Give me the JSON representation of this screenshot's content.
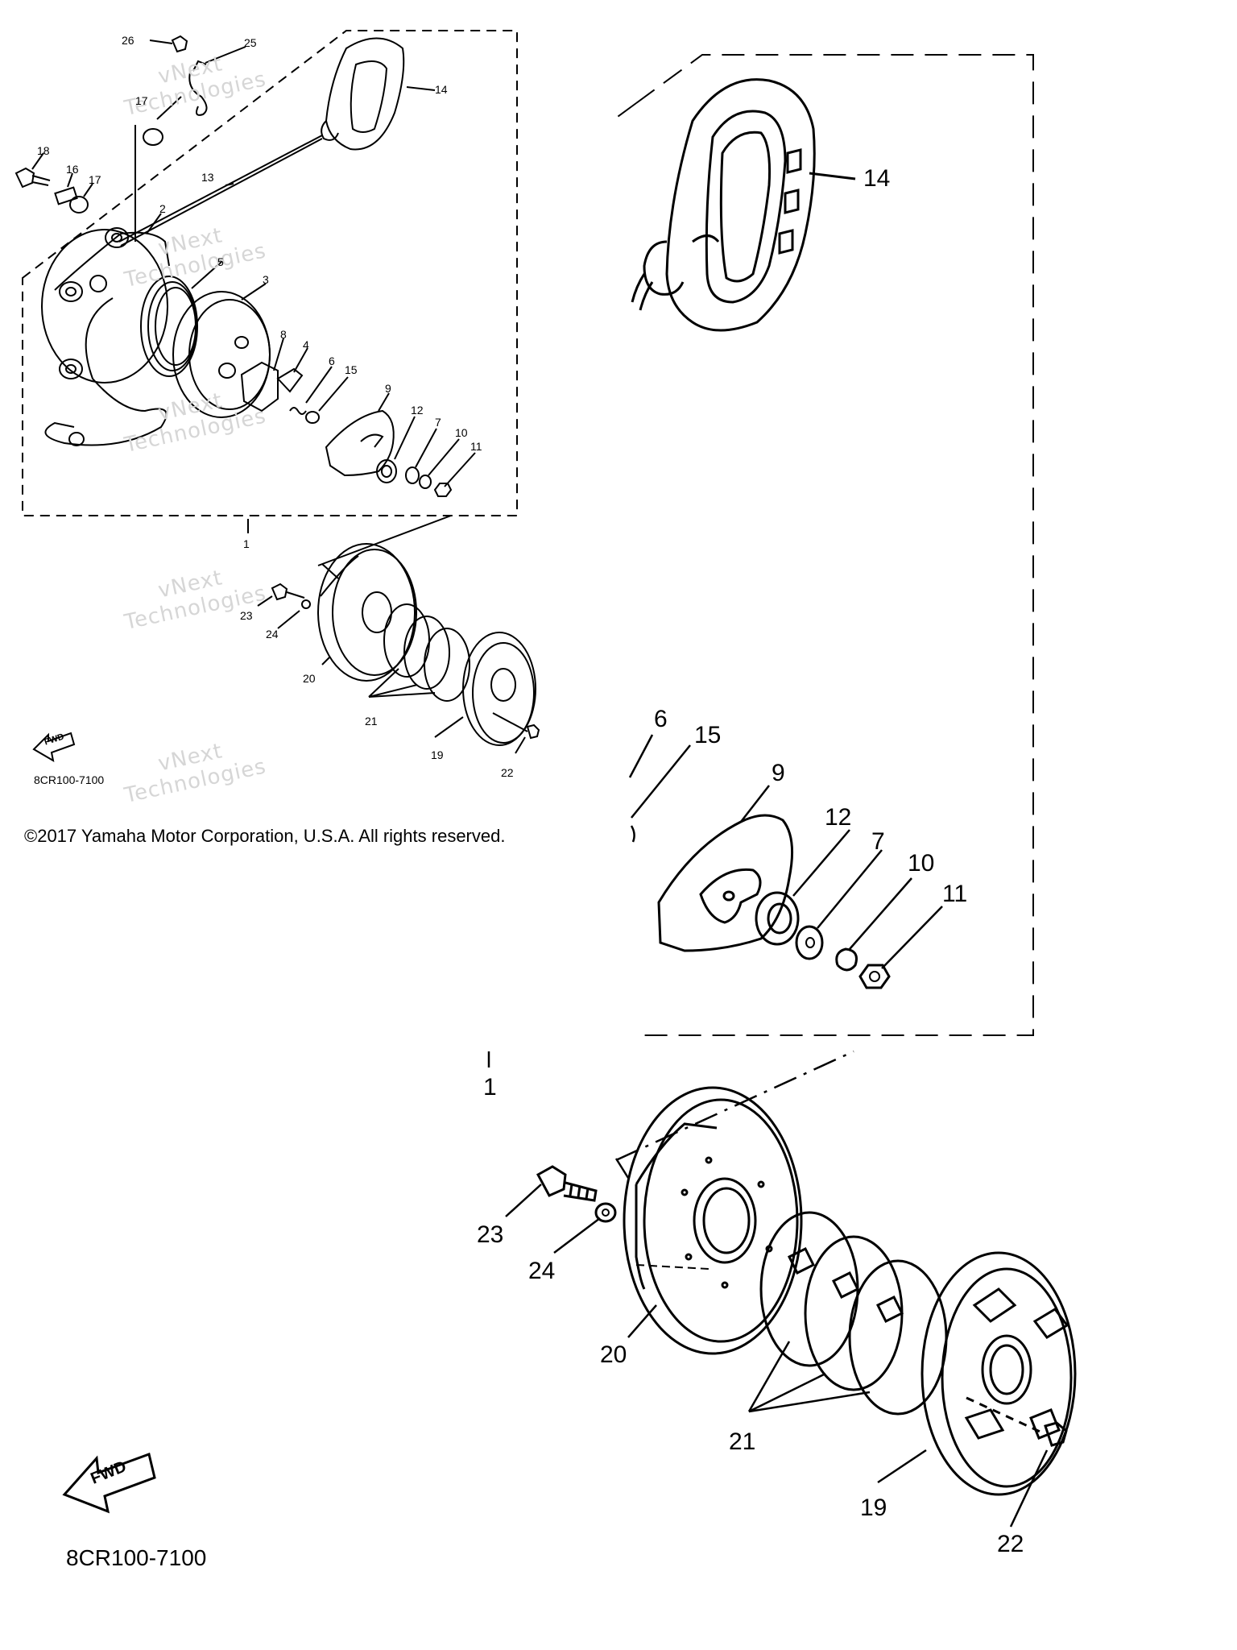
{
  "copyright": "©2017 Yamaha Motor Corporation, U.S.A. All rights reserved.",
  "diagram_code": "8CR100-7100",
  "fwd_label": "FWD",
  "watermark": {
    "line1": "vNext",
    "line2": "Technologies"
  },
  "small_callouts": {
    "p26": "26",
    "p25": "25",
    "p14": "14",
    "p17a": "17",
    "p18": "18",
    "p16": "16",
    "p17b": "17",
    "p13": "13",
    "p2": "2",
    "p5": "5",
    "p3": "3",
    "p8": "8",
    "p4": "4",
    "p6": "6",
    "p15": "15",
    "p9": "9",
    "p12": "12",
    "p7": "7",
    "p10": "10",
    "p11": "11",
    "p1": "1",
    "p23": "23",
    "p24": "24",
    "p20": "20",
    "p21": "21",
    "p19": "19",
    "p22": "22"
  },
  "large_callouts": {
    "p14": "14",
    "p6": "6",
    "p15": "15",
    "p9": "9",
    "p12": "12",
    "p7": "7",
    "p10": "10",
    "p11": "11",
    "p1": "1",
    "p23": "23",
    "p24": "24",
    "p20": "20",
    "p21": "21",
    "p19": "19",
    "p22": "22"
  }
}
